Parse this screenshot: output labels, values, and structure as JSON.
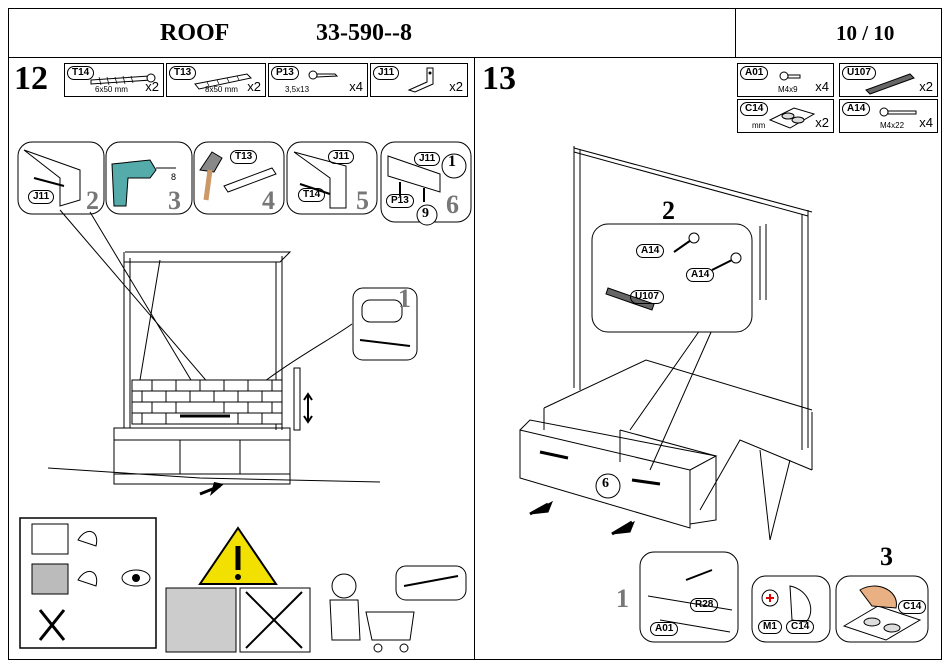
{
  "header": {
    "title": "ROOF",
    "code": "33-590--8",
    "page": "10 / 10"
  },
  "step12": {
    "number": "12",
    "parts": [
      {
        "id": "T14",
        "dim": "6x50 mm",
        "qty": "x2",
        "icon": "screw-icon"
      },
      {
        "id": "T13",
        "dim": "8x50 mm",
        "qty": "x2",
        "icon": "wall-plug-icon"
      },
      {
        "id": "P13",
        "dim": "3,5x13",
        "qty": "x4",
        "icon": "short-screw-icon"
      },
      {
        "id": "J11",
        "dim": "",
        "qty": "x2",
        "icon": "bracket-icon"
      }
    ],
    "substeps": [
      "1",
      "2",
      "3",
      "4",
      "5",
      "6"
    ],
    "labels": {
      "drill": "8",
      "p13_count": "9",
      "j11": "J11",
      "t13": "T13",
      "t14": "T14",
      "p13": "P13"
    }
  },
  "step13": {
    "number": "13",
    "parts": [
      {
        "id": "A01",
        "dim": "M4x9",
        "qty": "x4",
        "icon": "screw-icon"
      },
      {
        "id": "U107",
        "dim": "",
        "qty": "x2",
        "icon": "handle-icon"
      },
      {
        "id": "C14",
        "dim": "mm",
        "qty": "x2",
        "icon": "pad-icon"
      },
      {
        "id": "A14",
        "dim": "M4x22",
        "qty": "x4",
        "icon": "bolt-icon"
      }
    ],
    "substeps": [
      "1",
      "2",
      "3"
    ],
    "drawer_count": "6",
    "labels": {
      "a14": "A14",
      "u107": "U107",
      "a01": "A01",
      "r28": "R28",
      "m1": "M1",
      "c14": "C14"
    }
  }
}
